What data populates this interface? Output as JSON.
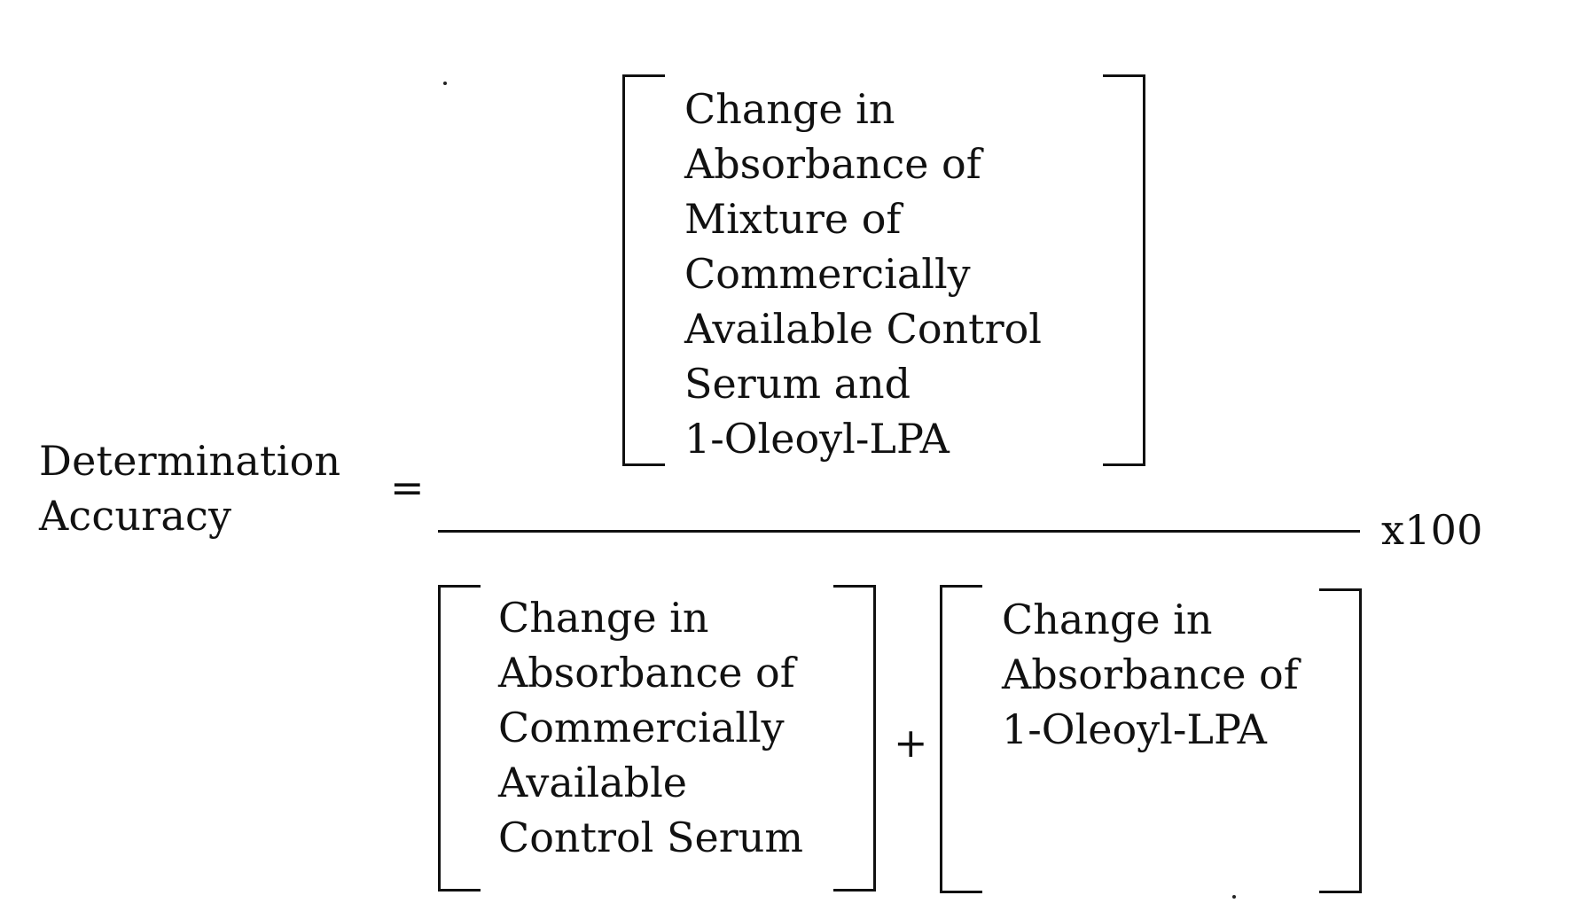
{
  "lhs": {
    "line1": "Determination",
    "line2": "Accuracy"
  },
  "equals": "=",
  "multiplier": "x100",
  "plus": "+",
  "numerator": {
    "lines": [
      "Change in",
      "Absorbance of",
      "Mixture of",
      "Commercially",
      "Available Control",
      "Serum and",
      "1-Oleoyl-LPA"
    ]
  },
  "denominator": {
    "left_term": {
      "lines": [
        "Change in",
        "Absorbance of",
        "Commercially",
        "Available",
        "Control Serum"
      ]
    },
    "right_term": {
      "lines": [
        "Change in",
        "Absorbance of",
        "1-Oleoyl-LPA"
      ]
    }
  }
}
